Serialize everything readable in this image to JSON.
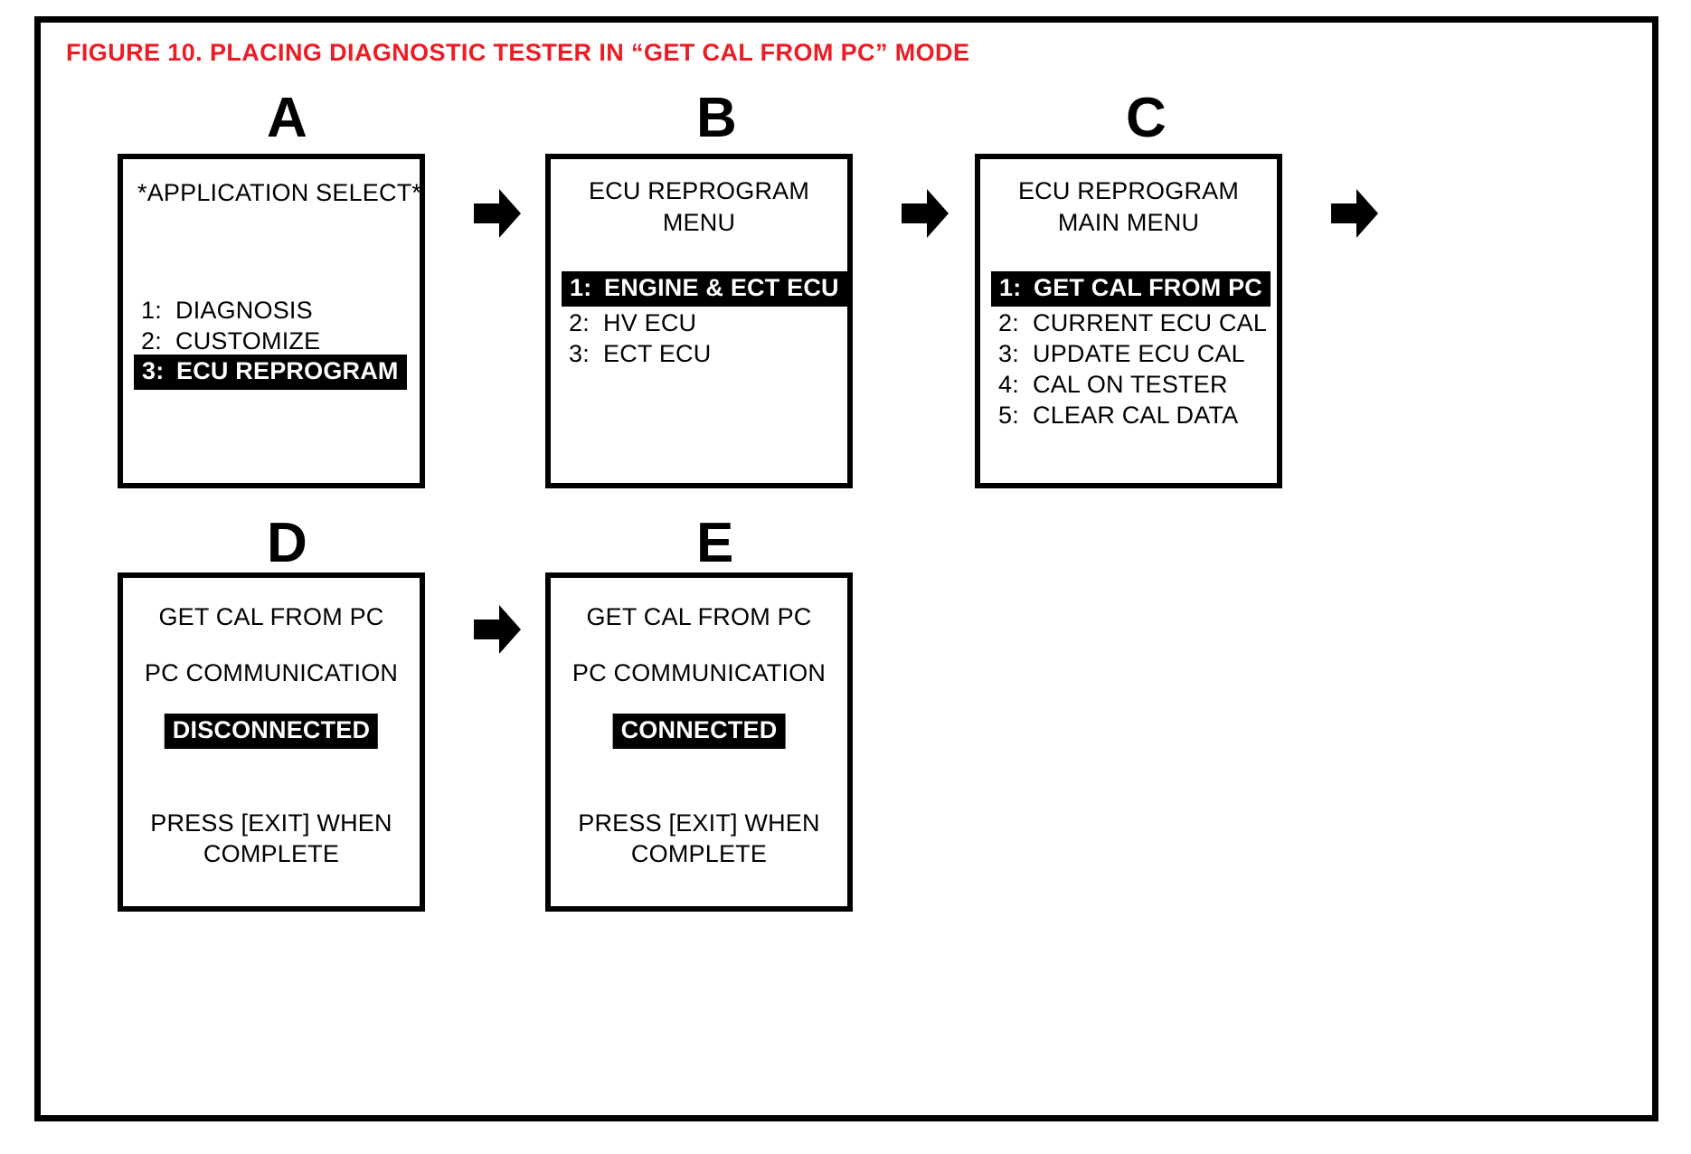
{
  "figure": {
    "title": "FIGURE 10.  PLACING DIAGNOSTIC TESTER IN “GET CAL FROM PC” MODE",
    "title_color": "#ec1c24",
    "frame_color": "#000000",
    "background": "#ffffff"
  },
  "panels": [
    {
      "letter": "A",
      "title_lines": [
        "*APPLICATION SELECT*"
      ],
      "items": [
        {
          "num": "1:",
          "label": "DIAGNOSIS",
          "highlighted": false
        },
        {
          "num": "2:",
          "label": "CUSTOMIZE",
          "highlighted": false
        },
        {
          "num": "3:",
          "label": "ECU REPROGRAM",
          "highlighted": true
        }
      ]
    },
    {
      "letter": "B",
      "title_lines": [
        "ECU REPROGRAM",
        "MENU"
      ],
      "items": [
        {
          "num": "1:",
          "label": "ENGINE & ECT ECU",
          "highlighted": true
        },
        {
          "num": "2:",
          "label": "HV ECU",
          "highlighted": false
        },
        {
          "num": "3:",
          "label": "ECT ECU",
          "highlighted": false
        }
      ]
    },
    {
      "letter": "C",
      "title_lines": [
        "ECU REPROGRAM",
        "MAIN MENU"
      ],
      "items": [
        {
          "num": "1:",
          "label": "GET CAL FROM PC",
          "highlighted": true
        },
        {
          "num": "2:",
          "label": "CURRENT ECU CAL",
          "highlighted": false
        },
        {
          "num": "3:",
          "label": "UPDATE ECU CAL",
          "highlighted": false
        },
        {
          "num": "4:",
          "label": "CAL ON TESTER",
          "highlighted": false
        },
        {
          "num": "5:",
          "label": "CLEAR CAL DATA",
          "highlighted": false
        }
      ]
    },
    {
      "letter": "D",
      "heading": "GET CAL FROM PC",
      "subheading": "PC COMMUNICATION",
      "status": "DISCONNECTED",
      "footer_line1": "PRESS [EXIT] WHEN",
      "footer_line2": "COMPLETE"
    },
    {
      "letter": "E",
      "heading": "GET CAL FROM PC",
      "subheading": "PC COMMUNICATION",
      "status": "CONNECTED",
      "footer_line1": "PRESS [EXIT] WHEN",
      "footer_line2": "COMPLETE"
    }
  ],
  "arrows": [
    {
      "name": "arrow-a-to-b"
    },
    {
      "name": "arrow-b-to-c"
    },
    {
      "name": "arrow-c-to-d"
    },
    {
      "name": "arrow-d-to-e"
    }
  ]
}
